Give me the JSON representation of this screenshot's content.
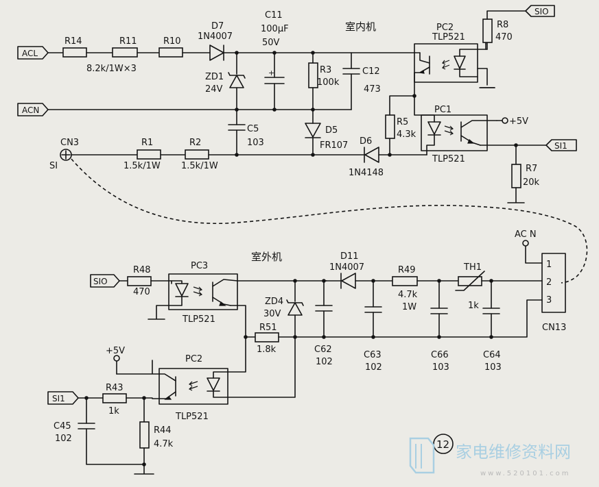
{
  "indoor_title": "室内机",
  "outdoor_title": "室外机",
  "ports": {
    "acl": "ACL",
    "acn": "ACN",
    "sio_top": "SIO",
    "si1_top": "SI1",
    "sio_bottom": "SIO",
    "si1_bottom": "SI1"
  },
  "components": {
    "R14": {
      "ref": "R14"
    },
    "R11": {
      "ref": "R11",
      "value": "8.2k/1W×3"
    },
    "R10": {
      "ref": "R10"
    },
    "D7": {
      "ref": "D7",
      "value": "1N4007"
    },
    "C11": {
      "ref": "C11",
      "value": "100μF",
      "value2": "50V"
    },
    "ZD1": {
      "ref": "ZD1",
      "value": "24V"
    },
    "R3": {
      "ref": "R3",
      "value": "100k"
    },
    "C12": {
      "ref": "C12",
      "value": "473"
    },
    "PC2_in": {
      "ref": "PC2",
      "value": "TLP521"
    },
    "R8": {
      "ref": "R8",
      "value": "470"
    },
    "C5": {
      "ref": "C5",
      "value": "103"
    },
    "D5": {
      "ref": "D5",
      "value": "FR107"
    },
    "D6": {
      "ref": "D6",
      "value": "1N4148"
    },
    "R5": {
      "ref": "R5",
      "value": "4.3k"
    },
    "PC1": {
      "ref": "PC1",
      "value": "TLP521"
    },
    "R7": {
      "ref": "R7",
      "value": "20k"
    },
    "CN3": {
      "ref": "CN3",
      "pin": "SI"
    },
    "R1": {
      "ref": "R1",
      "value": "1.5k/1W"
    },
    "R2": {
      "ref": "R2",
      "value": "1.5k/1W"
    },
    "R48": {
      "ref": "R48",
      "value": "470"
    },
    "PC3": {
      "ref": "PC3",
      "value": "TLP521"
    },
    "D11": {
      "ref": "D11",
      "value": "1N4007"
    },
    "R49": {
      "ref": "R49",
      "value": "4.7k",
      "value2": "1W"
    },
    "TH1": {
      "ref": "TH1",
      "value": "1k"
    },
    "ZD4": {
      "ref": "ZD4",
      "value": "30V"
    },
    "R51": {
      "ref": "R51",
      "value": "1.8k"
    },
    "C62": {
      "ref": "C62",
      "value": "102"
    },
    "C63": {
      "ref": "C63",
      "value": "102"
    },
    "C66": {
      "ref": "C66",
      "value": "103"
    },
    "C64": {
      "ref": "C64",
      "value": "103"
    },
    "CN13": {
      "ref": "CN13",
      "pin1": "1",
      "pin2": "2",
      "pin3": "3",
      "acn": "AC N"
    },
    "PC2_out": {
      "ref": "PC2",
      "value": "TLP521"
    },
    "R43": {
      "ref": "R43",
      "value": "1k"
    },
    "C45": {
      "ref": "C45",
      "value": "102"
    },
    "R44": {
      "ref": "R44",
      "value": "4.7k"
    }
  },
  "supplies": {
    "plus5_top": "+5V",
    "plus5_bottom": "+5V"
  },
  "figure_number": "12",
  "watermark": {
    "text": "家电维修资料网",
    "url": "www.520101.com"
  }
}
